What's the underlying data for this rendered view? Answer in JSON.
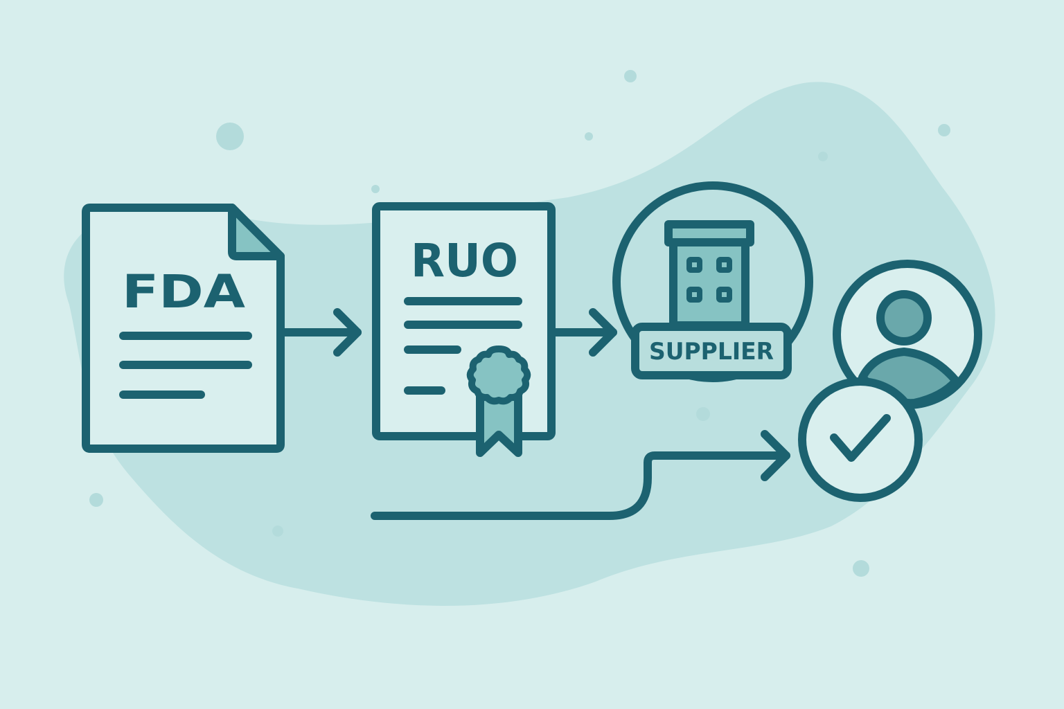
{
  "colors": {
    "background": "#d7eeed",
    "blob": "#bde1e1",
    "dots": "#b3dbdb",
    "stroke": "#1c6270",
    "paper": "#d9efee",
    "accent_fill": "#86c3c3",
    "person_fill": "#6aa8ab"
  },
  "documents": {
    "fda": {
      "label": "FDA",
      "icon": "document-icon"
    },
    "ruo": {
      "label": "RUO",
      "icon": "certificate-icon"
    }
  },
  "supplier": {
    "label": "SUPPLIER",
    "icon": "building-icon"
  },
  "user": {
    "icon": "person-icon"
  },
  "approval": {
    "icon": "checkmark-icon"
  }
}
